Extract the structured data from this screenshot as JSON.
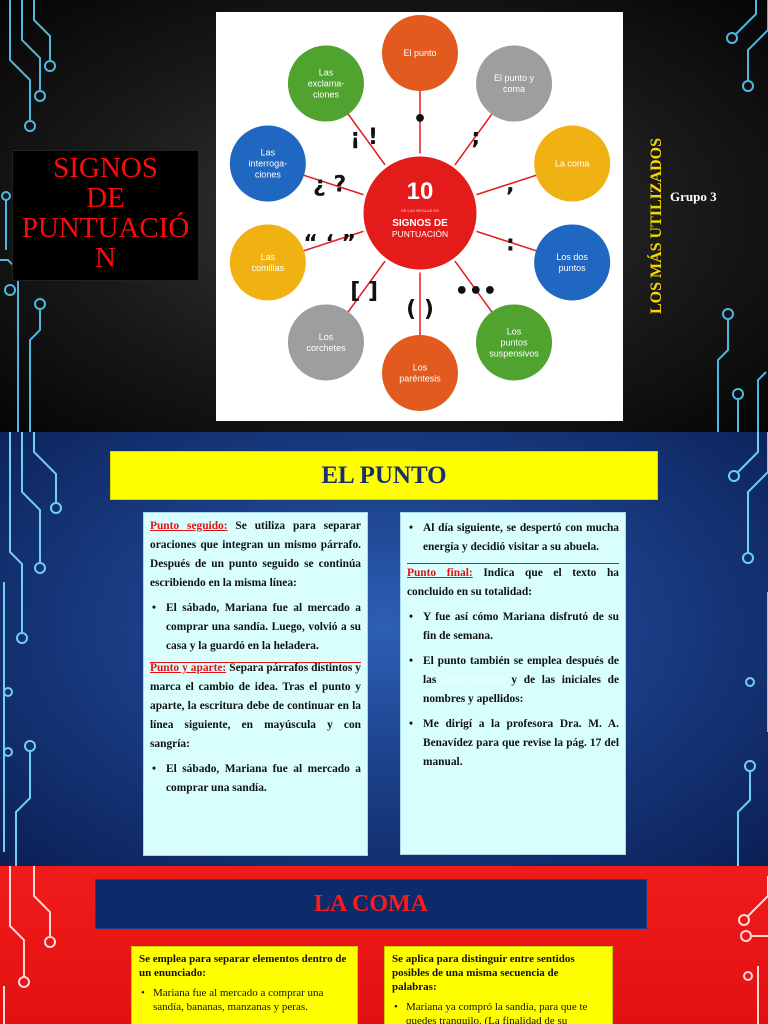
{
  "slide1": {
    "title_lines": [
      "SIGNOS",
      "DE",
      "PUNTUACIÓ",
      "N"
    ],
    "vertical_text": "LOS MÁS UTILIZADOS",
    "group": "Grupo 3",
    "diagram": {
      "center_number": "10",
      "center_small": "DE LAS REGLAS DE",
      "center_title": "SIGNOS DE",
      "center_subtitle": "PUNTUACIÓN",
      "nodes": [
        {
          "label": [
            "El punto"
          ],
          "color": "#e25a1e",
          "symbol": "•"
        },
        {
          "label": [
            "El punto y",
            "coma"
          ],
          "color": "#9e9e9e",
          "symbol": ";"
        },
        {
          "label": [
            "La coma"
          ],
          "color": "#f0b213",
          "symbol": ","
        },
        {
          "label": [
            "Los dos",
            "puntos"
          ],
          "color": "#1f67c0",
          "symbol": ":"
        },
        {
          "label": [
            "Los",
            "puntos",
            "suspensivos"
          ],
          "color": "#4fa32e",
          "symbol": "•••"
        },
        {
          "label": [
            "Los",
            "paréntesis"
          ],
          "color": "#e25a1e",
          "symbol": "( )"
        },
        {
          "label": [
            "Los",
            "corchetes"
          ],
          "color": "#9e9e9e",
          "symbol": "[ ]"
        },
        {
          "label": [
            "Las",
            "comillas"
          ],
          "color": "#f0b213",
          "symbol": "“ ‘ ”"
        },
        {
          "label": [
            "Las",
            "interroga-",
            "ciones"
          ],
          "color": "#1f67c0",
          "symbol": "¿ ?"
        },
        {
          "label": [
            "Las",
            "exclama-",
            "ciones"
          ],
          "color": "#4fa32e",
          "symbol": "¡ !"
        }
      ]
    }
  },
  "slide2": {
    "header": "EL PUNTO",
    "left": {
      "seguido_kw": "Punto seguido:",
      "seguido_text": " Se utiliza para separar oraciones que integran un mismo párrafo. Después de un punto seguido se continúa escribiendo en la misma línea:",
      "seguido_example": "El sábado, Mariana fue al mercado a comprar una sandía. Luego, volvió a su casa y la guardó en la heladera.",
      "aparte_kw": "Punto y aparte:",
      "aparte_text": " Separa párrafos distintos y marca el cambio de idea. Tras el punto y aparte, la escritura debe de continuar en la línea siguiente, en mayúscula y con sangría:",
      "aparte_example": "El sábado, Mariana fue al mercado a comprar una sandía."
    },
    "right": {
      "example1": "Al día siguiente, se despertó con mucha energía y decidió visitar a su abuela.",
      "final_kw": "Punto final:",
      "final_text": " Indica que el texto ha concluido en su totalidad:",
      "example2": "Y fue así cómo Mariana disfrutó de su fin de semana.",
      "abbr_pre": "El punto también se emplea después de las ",
      "abbr_word": "abreviaturas",
      "abbr_post": " y de las iniciales de nombres y apellidos:",
      "example3": "Me dirigí a la profesora Dra. M. A. Benavídez para que revise la pág. 17 del manual."
    }
  },
  "slide3": {
    "header": "LA COMA",
    "left": {
      "heading": "Se emplea para separar elementos dentro de un enunciado:",
      "example": "Mariana fue al mercado a comprar una sandía, bananas, manzanas y peras."
    },
    "right": {
      "heading": "Se aplica para distinguir entre sentidos posibles de una misma secuencia de palabras:",
      "example": "Mariana ya compró la sandía, para que te quedes tranquilo. (La finalidad de su"
    }
  }
}
